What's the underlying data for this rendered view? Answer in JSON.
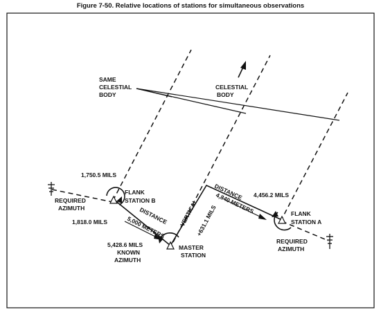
{
  "caption": "Figure 7-50.  Relative locations of stations for simultaneous observations",
  "labels": {
    "same_celestial_1": "SAME",
    "same_celestial_2": "CELESTIAL",
    "same_celestial_3": "BODY",
    "celestial_1": "CELESTIAL",
    "celestial_2": "BODY",
    "angle_b": "1,750.5 MILS",
    "flank_b_1": "FLANK",
    "flank_b_2": "STATION  B",
    "req_az_left_1": "REQUIRED",
    "req_az_left_2": "AZIMUTH",
    "distance_b": "DISTANCE",
    "meters_b": "5,000 METERS",
    "angle_master": "1,818.0 MILS",
    "known_az_1": "5,428.6 MILS",
    "known_az_2": "KNOWN",
    "known_az_3": "AZIMUTH",
    "master_1": "MASTER",
    "master_2": "STATION",
    "vertical": "VERTICAL",
    "vertical_mils": "+631.1 MILS",
    "distance_a": "DISTANCE",
    "meters_a": "4,840 METERS",
    "angle_a": "4,456.2 MILS",
    "flank_a_1": "FLANK",
    "flank_a_2": "STATION  A",
    "req_az_right_1": "REQUIRED",
    "req_az_right_2": "AZIMUTH"
  }
}
